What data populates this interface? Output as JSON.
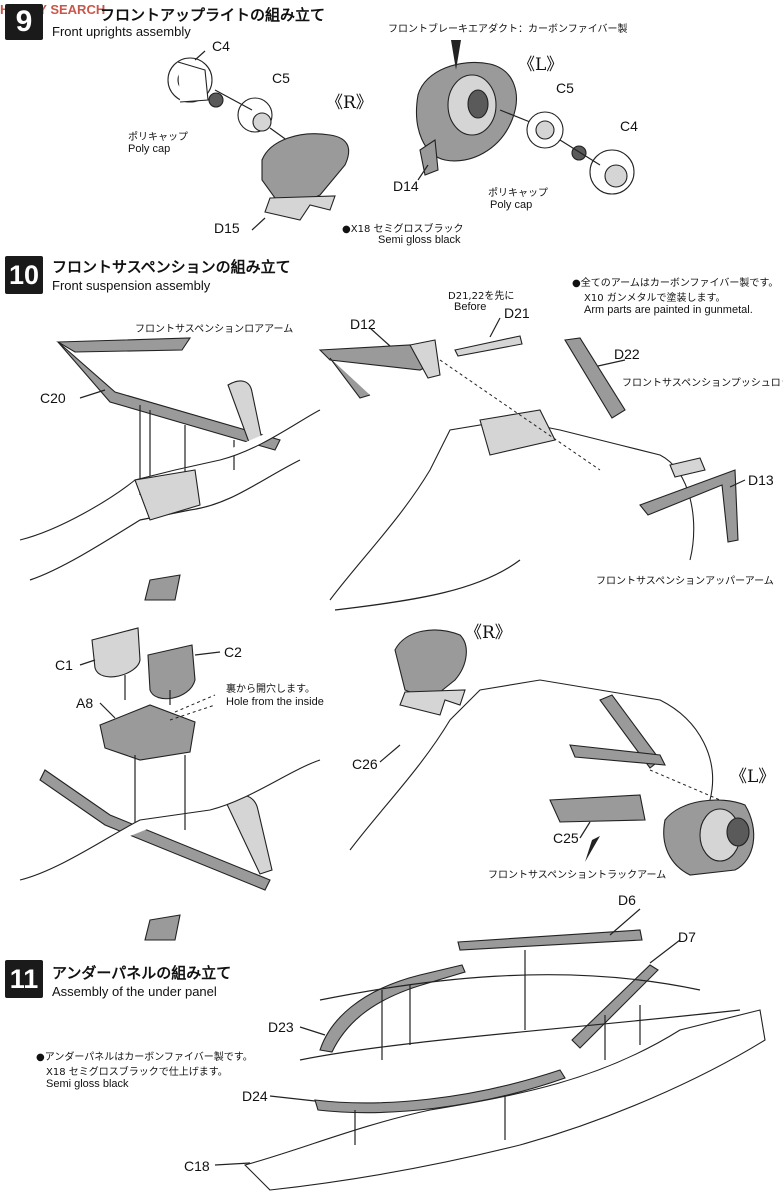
{
  "watermark": "HOBBY SEARCH",
  "step9": {
    "number": "9",
    "title_jp": "フロントアップライトの組み立て",
    "title_en": "Front uprights assembly",
    "duct_note_jp": "フロントブレーキエアダクト：カーボンファイバー製",
    "side_r": "《R》",
    "side_l": "《L》",
    "parts": {
      "c4_r": "C4",
      "c5_r": "C5",
      "c5_l": "C5",
      "c4_l": "C4",
      "d14": "D14",
      "d15": "D15"
    },
    "polycap_jp": "ポリキャップ",
    "polycap_en": "Poly cap",
    "paint_jp": "●X18 セミグロスブラック",
    "paint_en": "Semi gloss black"
  },
  "step10": {
    "number": "10",
    "title_jp": "フロントサスペンションの組み立て",
    "title_en": "Front suspension assembly",
    "note_jp_1": "●全てのアームはカーボンファイバー製です。",
    "note_jp_2": "X10 ガンメタルで塗装します。",
    "note_en": "Arm parts are painted in gunmetal.",
    "lower_arm_jp": "フロントサスペンションロアアーム",
    "pushrod_jp": "フロントサスペンションプッシュロッド",
    "upper_arm_jp": "フロントサスペンションアッパーアーム",
    "track_arm_jp": "フロントサスペンショントラックアーム",
    "before_jp": "D21,22を先に",
    "before_en": "Before",
    "hole_jp": "裏から開穴します。",
    "hole_en": "Hole from the inside",
    "side_r": "《R》",
    "side_l": "《L》",
    "parts": {
      "c20": "C20",
      "d12": "D12",
      "d21": "D21",
      "d22": "D22",
      "d13": "D13",
      "c1": "C1",
      "c2": "C2",
      "a8": "A8",
      "c26": "C26",
      "c25": "C25"
    }
  },
  "step11": {
    "number": "11",
    "title_jp": "アンダーパネルの組み立て",
    "title_en": "Assembly of the under panel",
    "note_jp_1": "●アンダーパネルはカーボンファイバー製です。",
    "note_jp_2": "X18 セミグロスブラックで仕上げます。",
    "note_en": "Semi gloss black",
    "parts": {
      "d6": "D6",
      "d7": "D7",
      "d23": "D23",
      "d24": "D24",
      "c18": "C18"
    }
  }
}
